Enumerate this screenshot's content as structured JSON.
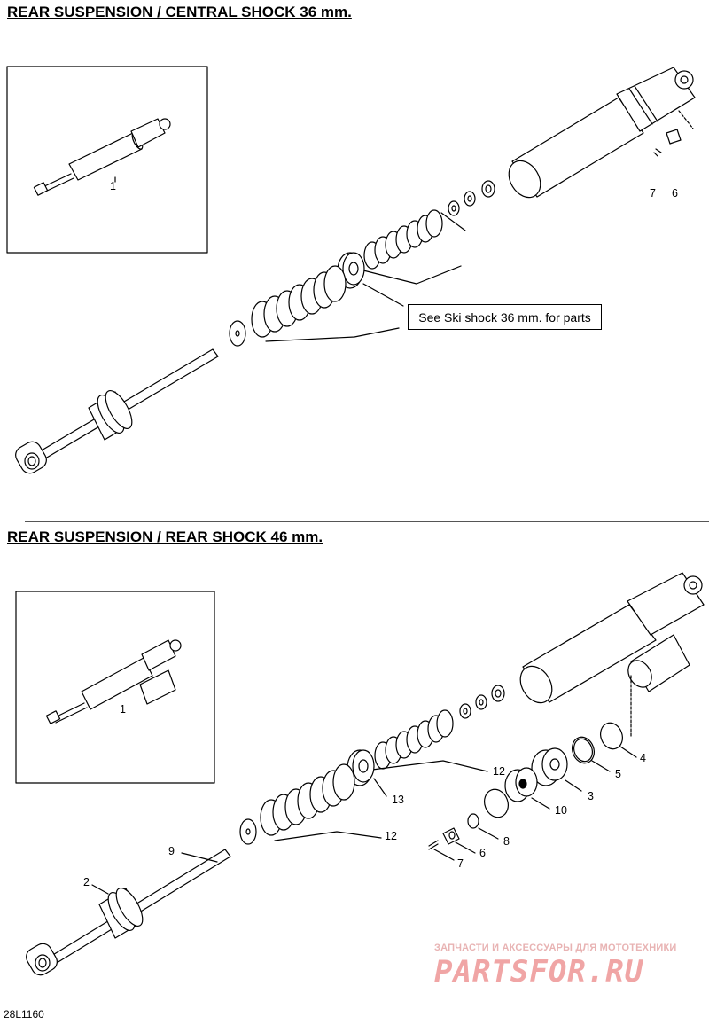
{
  "sections": [
    {
      "title": "REAR SUSPENSION / CENTRAL SHOCK 36 mm."
    },
    {
      "title": "REAR SUSPENSION / REAR SHOCK 46 mm."
    }
  ],
  "callout_text": "See Ski shock 36 mm. for parts",
  "refs_top": [
    "1",
    "7",
    "6"
  ],
  "refs_bottom": [
    "1",
    "4",
    "5",
    "3",
    "10",
    "12",
    "13",
    "12",
    "8",
    "6",
    "7",
    "9",
    "2"
  ],
  "document_id": "28L1160",
  "watermark": {
    "line1": "ЗАПЧАСТИ И АКСЕССУАРЫ ДЛЯ МОТОТЕХНИКИ",
    "line2": "PARTSFOR.RU"
  }
}
